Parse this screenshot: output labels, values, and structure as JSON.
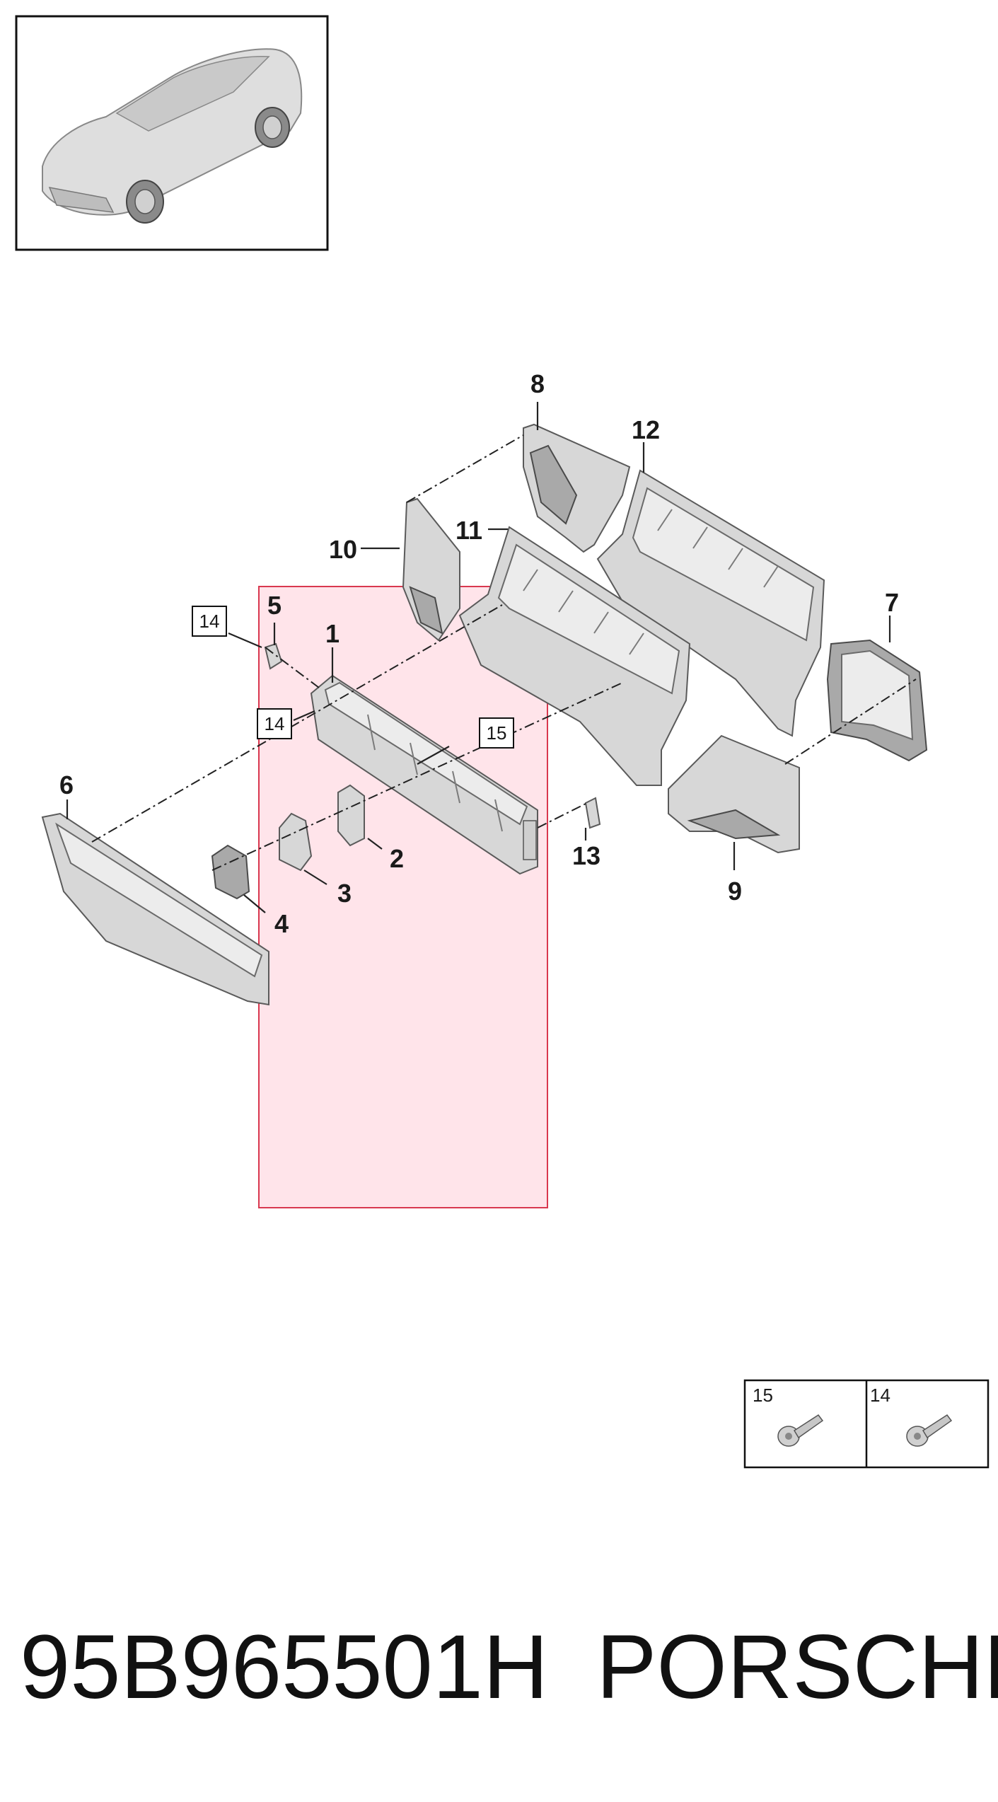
{
  "footer": {
    "part_number": "95B965501H",
    "brand": "PORSCHE"
  },
  "callouts": {
    "c1": "1",
    "c2": "2",
    "c3": "3",
    "c4": "4",
    "c5": "5",
    "c6": "6",
    "c7": "7",
    "c8": "8",
    "c9": "9",
    "c10": "10",
    "c11": "11",
    "c12": "12",
    "c13": "13"
  },
  "boxed_callouts": {
    "b14_top": "14",
    "b14_mid": "14",
    "b15": "15"
  },
  "legend": {
    "items": [
      {
        "number": "15",
        "icon": "button-head-screw-icon"
      },
      {
        "number": "14",
        "icon": "button-head-screw-icon"
      }
    ]
  },
  "colors": {
    "highlight_fill": "#ffdfe6",
    "highlight_border": "#d9384f",
    "part_grey": "#d7d7d7",
    "line": "#222222"
  }
}
